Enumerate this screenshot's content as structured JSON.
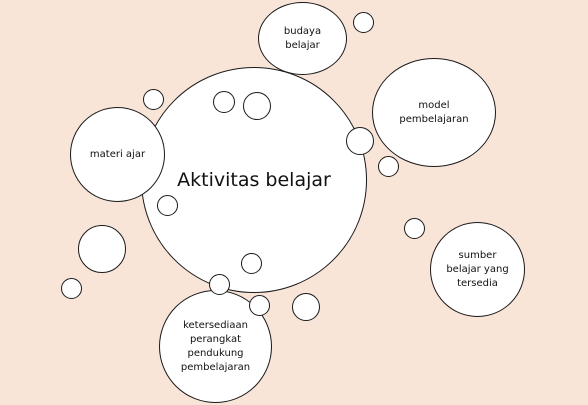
{
  "diagram": {
    "center": {
      "label": "Aktivitas belajar"
    },
    "nodes": [
      {
        "id": "materi",
        "label": "materi ajar"
      },
      {
        "id": "budaya",
        "label": "budaya\nbelajar"
      },
      {
        "id": "model",
        "label": "model\npembelajaran"
      },
      {
        "id": "sumber",
        "label": "sumber\nbelajar yang\ntersedia"
      },
      {
        "id": "ketersediaan",
        "label": "ketersediaan\nperangkat\npendukung\npembelajaran"
      }
    ]
  },
  "colors": {
    "background": "#f9e4d8",
    "circle_fill": "#ffffff",
    "circle_stroke": "#1a1a1a"
  }
}
